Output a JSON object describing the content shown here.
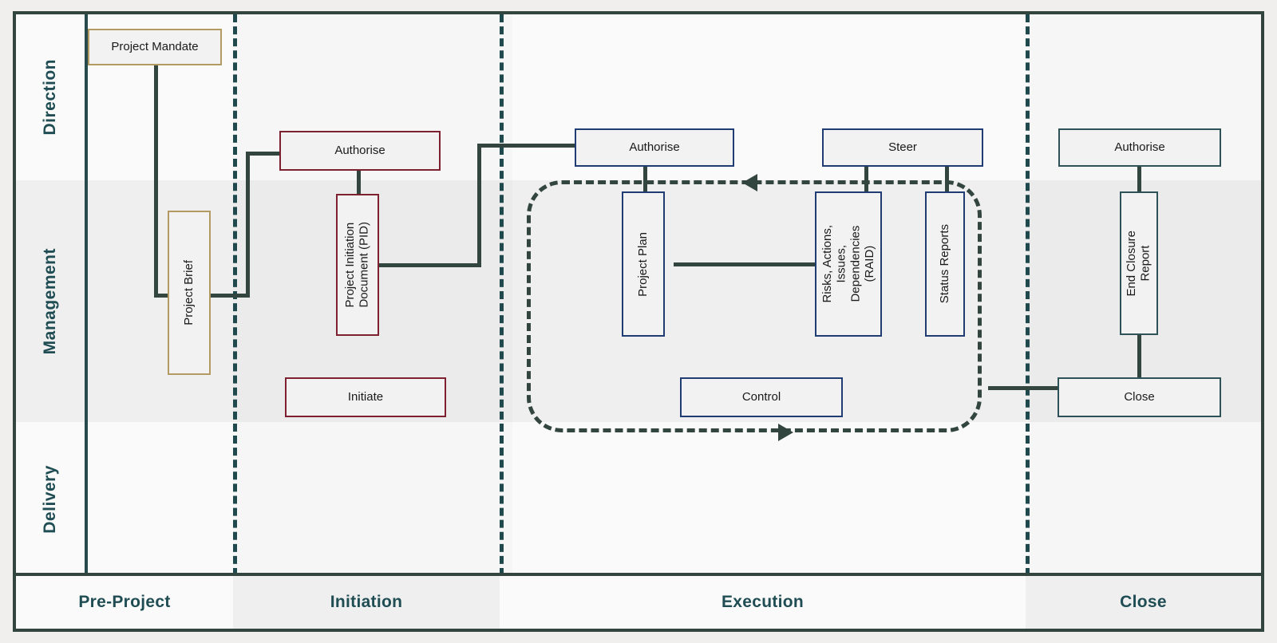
{
  "lanes": [
    {
      "id": "direction",
      "label": "Direction"
    },
    {
      "id": "management",
      "label": "Management"
    },
    {
      "id": "delivery",
      "label": "Delivery"
    }
  ],
  "phases": [
    {
      "id": "pre-project",
      "label": "Pre-Project"
    },
    {
      "id": "initiation",
      "label": "Initiation"
    },
    {
      "id": "execution",
      "label": "Execution"
    },
    {
      "id": "close",
      "label": "Close"
    }
  ],
  "nodes": {
    "project_mandate": "Project Mandate",
    "project_brief": "Project Brief",
    "authorise_init": "Authorise",
    "pid": "Project Initiation\nDocument (PID)",
    "initiate": "Initiate",
    "authorise_exec": "Authorise",
    "steer": "Steer",
    "project_plan": "Project Plan",
    "raid": "Risks, Actions,\nIssues,\nDependencies\n(RAID)",
    "status_reports": "Status Reports",
    "control": "Control",
    "authorise_close": "Authorise",
    "end_closure_report": "End Closure\nReport",
    "close": "Close"
  },
  "colors": {
    "frame": "#33453f",
    "lane_label": "#1f4d53",
    "lane_shade": "#efefef",
    "canvas": "#fafafa",
    "pre_project": "#b39a63",
    "initiation": "#7d2030",
    "execution": "#1f3d73",
    "close": "#2d5257",
    "connector": "#33453f",
    "divider": "#20494d"
  }
}
